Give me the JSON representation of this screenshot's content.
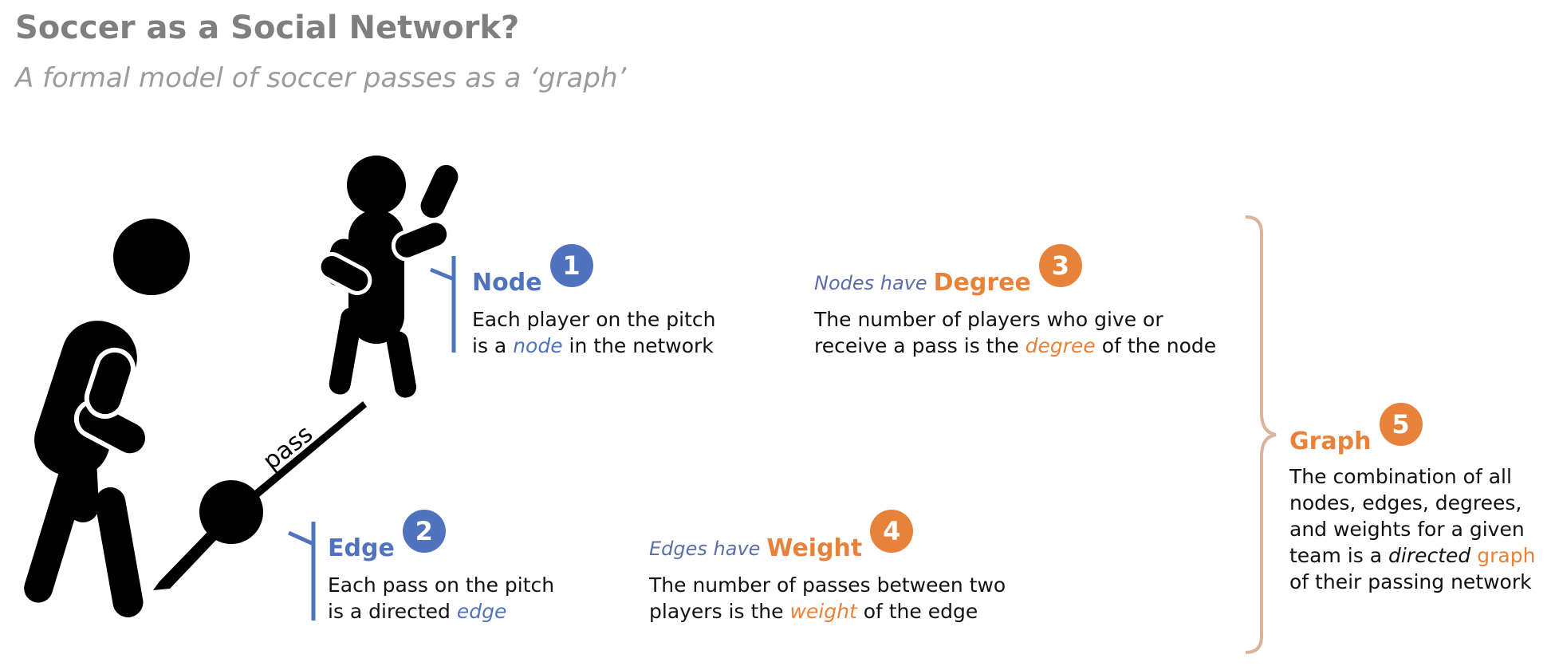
{
  "title": "Soccer as a Social Network?",
  "subtitle": "A formal model of soccer passes as a ‘graph’",
  "figure": {
    "pass_label": "pass"
  },
  "node": {
    "heading": "Node",
    "number": "1",
    "line1": "Each player on the pitch",
    "line2_pre": "is a ",
    "line2_kw": "node",
    "line2_post": " in the network"
  },
  "edge": {
    "heading": "Edge",
    "number": "2",
    "line1": "Each pass on the pitch",
    "line2_pre": "is a directed ",
    "line2_kw": "edge"
  },
  "degree": {
    "prefix": "Nodes have",
    "heading": "Degree",
    "number": "3",
    "line1": "The number of players who give or",
    "line2_pre": "receive a pass is the ",
    "line2_kw": "degree",
    "line2_post": " of the node"
  },
  "weight": {
    "prefix": "Edges have",
    "heading": "Weight",
    "number": "4",
    "line1": "The number of passes between two",
    "line2_pre": "players is the ",
    "line2_kw": "weight",
    "line2_post": " of the edge"
  },
  "graph": {
    "heading": "Graph",
    "number": "5",
    "line1": "The combination of all",
    "line2": "nodes, edges, degrees,",
    "line3": "and weights for a given",
    "line4_pre": "team is a ",
    "line4_kw1": "directed",
    "line4_space": " ",
    "line4_kw2": "graph",
    "line5": "of their passing network"
  },
  "colors": {
    "blue": "#4f73bf",
    "orange": "#e8823a",
    "bracket": "#d9b49a",
    "title": "#7f7f7f"
  }
}
